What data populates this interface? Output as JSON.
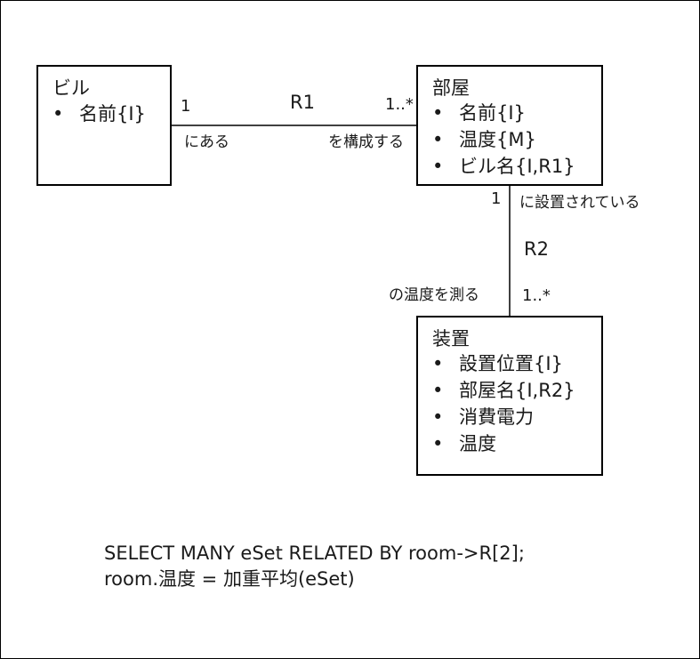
{
  "classes": {
    "building": {
      "title": "ビル",
      "attributes": [
        "名前{I}"
      ]
    },
    "room": {
      "title": "部屋",
      "attributes": [
        "名前{I}",
        "温度{M}",
        "ビル名{I,R1}"
      ]
    },
    "device": {
      "title": "装置",
      "attributes": [
        "設置位置{I}",
        "部屋名{I,R2}",
        "消費電力",
        "温度"
      ]
    }
  },
  "bullet": "•",
  "associations": {
    "r1": {
      "name": "R1",
      "mult_left": "1",
      "mult_right": "1..*",
      "phrase_left": "にある",
      "phrase_right": "を構成する"
    },
    "r2": {
      "name": "R2",
      "mult_top": "1",
      "mult_bottom": "1..*",
      "phrase_top": "に設置されている",
      "phrase_bottom": "の温度を測る"
    }
  },
  "code": {
    "line1": "SELECT MANY eSet RELATED BY room->R[2];",
    "line2": "room.温度 = 加重平均(eSet)"
  }
}
